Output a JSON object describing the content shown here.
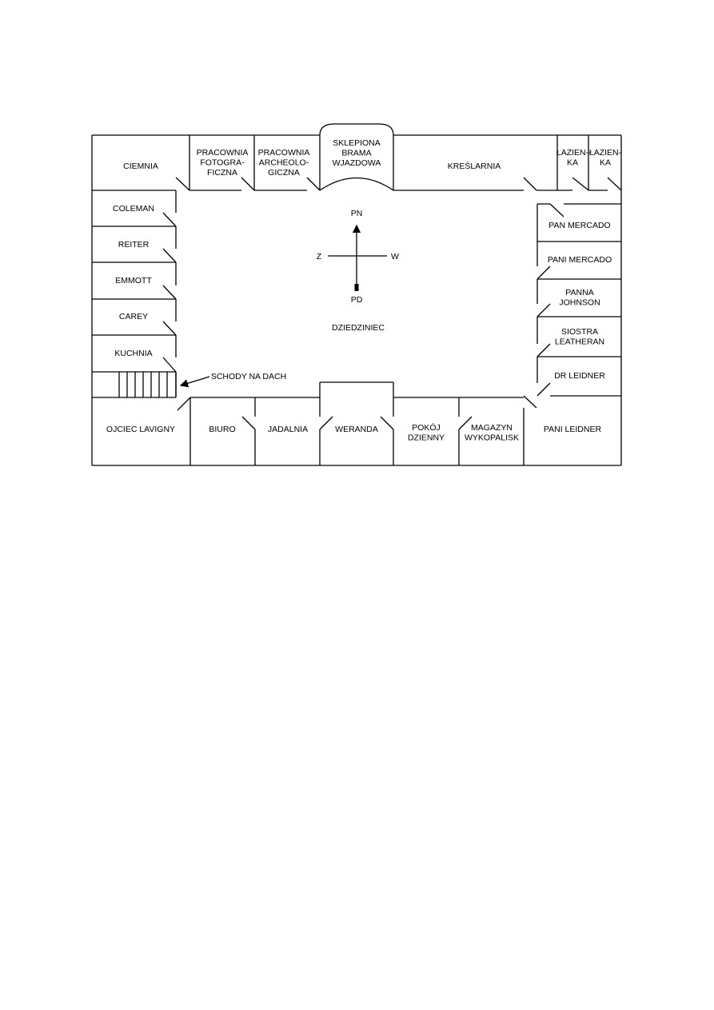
{
  "rooms": {
    "ciemnia": [
      "CIEMNIA"
    ],
    "pracownia_foto": [
      "PRACOWNIA",
      "FOTOGRA-",
      "FICZNA"
    ],
    "pracownia_arch": [
      "PRACOWNIA",
      "ARCHEOLO-",
      "GICZNA"
    ],
    "brama": [
      "SKLEPIONA",
      "BRAMA",
      "WJAZDOWA"
    ],
    "kreslarnia": [
      "KREŚLARNIA"
    ],
    "lazienka_1": [
      "ŁAZIEN-",
      "KA"
    ],
    "lazienka_2": [
      "ŁAZIEN-",
      "KA"
    ],
    "coleman": [
      "COLEMAN"
    ],
    "reiter": [
      "REITER"
    ],
    "emmott": [
      "EMMOTT"
    ],
    "carey": [
      "CAREY"
    ],
    "kuchnia": [
      "KUCHNIA"
    ],
    "pan_mercado": [
      "PAN MERCADO"
    ],
    "pani_mercado": [
      "PANI MERCADO"
    ],
    "panna_johnson": [
      "PANNA",
      "JOHNSON"
    ],
    "siostra_leatheran": [
      "SIOSTRA",
      "LEATHERAN"
    ],
    "dr_leidner": [
      "DR LEIDNER"
    ],
    "ojciec_lavigny": [
      "OJCIEC  LAVIGNY"
    ],
    "biuro": [
      "BIURO"
    ],
    "jadalnia": [
      "JADALNIA"
    ],
    "weranda": [
      "WERANDA"
    ],
    "pokoj_dzienny": [
      "POKÓJ",
      "DZIENNY"
    ],
    "magazyn": [
      "MAGAZYN",
      "WYKOPALISK"
    ],
    "pani_leidner": [
      "PANI LEIDNER"
    ]
  },
  "courtyard": "DZIEDZINIEC",
  "stairs_label": "SCHODY NA DACH",
  "compass": {
    "north": "PN",
    "south": "PD",
    "west": "Z",
    "east": "W"
  }
}
